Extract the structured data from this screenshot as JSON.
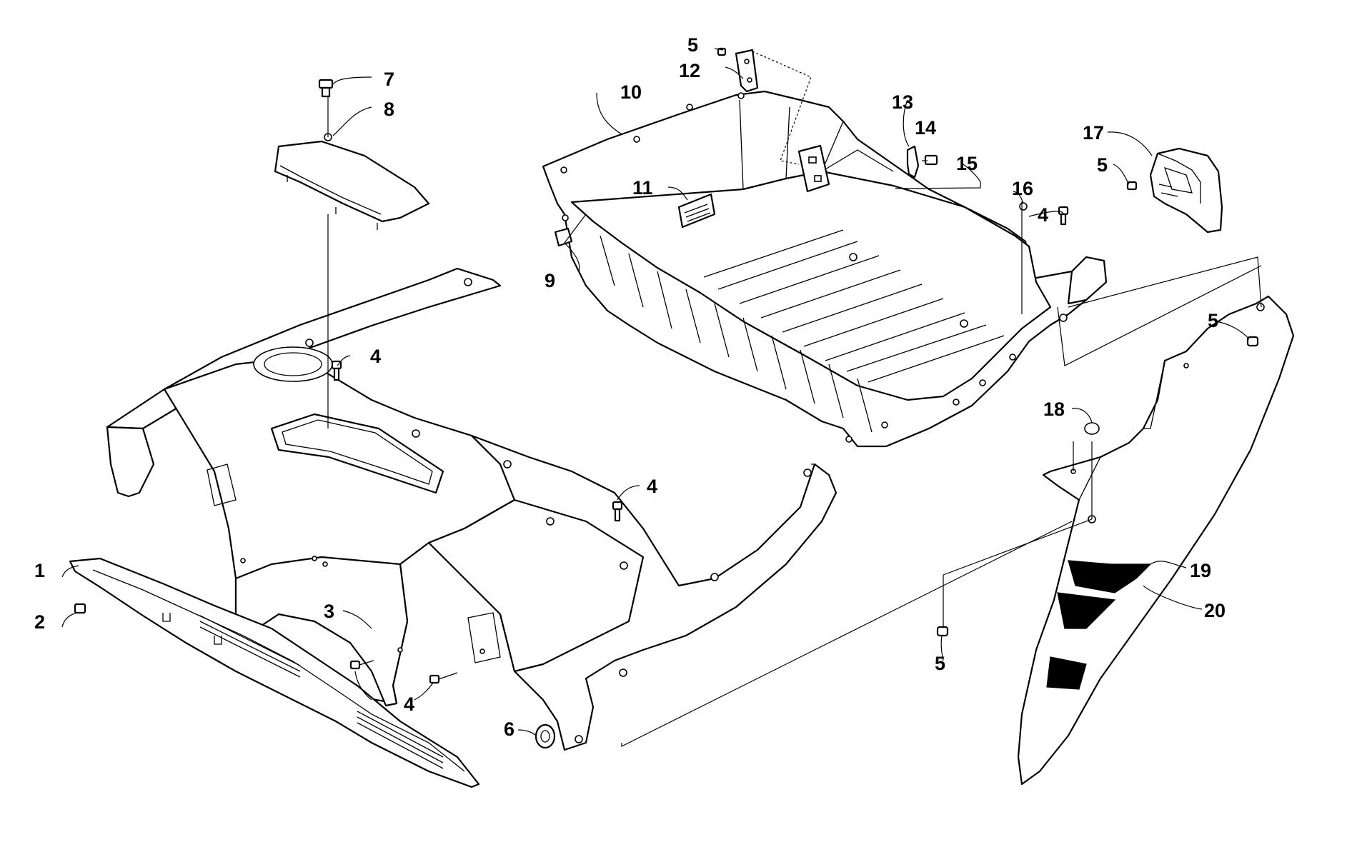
{
  "callouts": [
    {
      "id": "c1",
      "label": "1"
    },
    {
      "id": "c2",
      "label": "2"
    },
    {
      "id": "c3",
      "label": "3"
    },
    {
      "id": "c4a",
      "label": "4"
    },
    {
      "id": "c4b",
      "label": "4"
    },
    {
      "id": "c4c",
      "label": "4"
    },
    {
      "id": "c4d",
      "label": "4"
    },
    {
      "id": "c5a",
      "label": "5"
    },
    {
      "id": "c5b",
      "label": "5"
    },
    {
      "id": "c5c",
      "label": "5"
    },
    {
      "id": "c5d",
      "label": "5"
    },
    {
      "id": "c6",
      "label": "6"
    },
    {
      "id": "c7",
      "label": "7"
    },
    {
      "id": "c8",
      "label": "8"
    },
    {
      "id": "c9",
      "label": "9"
    },
    {
      "id": "c10",
      "label": "10"
    },
    {
      "id": "c11",
      "label": "11"
    },
    {
      "id": "c12",
      "label": "12"
    },
    {
      "id": "c13",
      "label": "13"
    },
    {
      "id": "c14",
      "label": "14"
    },
    {
      "id": "c15",
      "label": "15"
    },
    {
      "id": "c16",
      "label": "16"
    },
    {
      "id": "c17",
      "label": "17"
    },
    {
      "id": "c18",
      "label": "18"
    },
    {
      "id": "c19",
      "label": "19"
    },
    {
      "id": "c20",
      "label": "20"
    }
  ]
}
